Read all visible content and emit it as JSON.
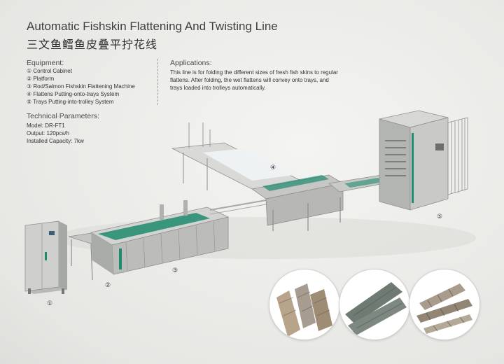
{
  "header": {
    "title": "Automatic Fishskin Flattening And Twisting Line",
    "subtitle_cn": "三文鱼鳕鱼皮叠平拧花线"
  },
  "equipment": {
    "heading": "Equipment:",
    "items": [
      "① Control Cabinet",
      "② Platform",
      "③ Rod/Salmon Fishskin Flattening Machine",
      "④ Flattens Putting-onto-trays System",
      "⑤ Trays Putting-into-trolley System"
    ]
  },
  "technical": {
    "heading": "Technical Parameters:",
    "lines": [
      "Model: DR-FT1",
      "Output: 120pcs/h",
      "Installed Capacity: 7kw"
    ]
  },
  "applications": {
    "heading": "Applications:",
    "text": "This line is for folding the different sizes of fresh fish skins to regular flattens. After folding, the wet flattens will convey onto trays, and trays loaded into trolleys automatically."
  },
  "markers": {
    "m1": "①",
    "m2": "②",
    "m3": "③",
    "m4": "④",
    "m5": "⑤"
  },
  "colors": {
    "steel": "#c9cac8",
    "steel_dark": "#9ea09e",
    "accent_green": "#1e8a6e"
  }
}
